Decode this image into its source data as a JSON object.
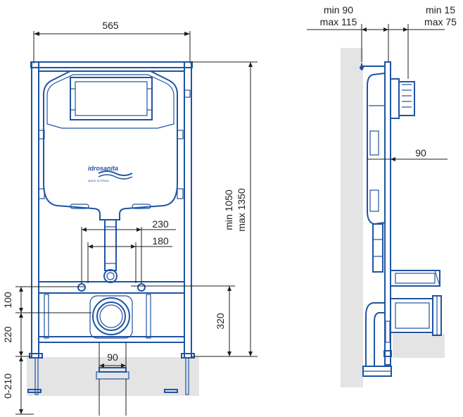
{
  "colors": {
    "frame": "#1f54a3",
    "dimension": "#1f1f1f",
    "floor": "#e4e4e4"
  },
  "front_view": {
    "width_label": "565",
    "height_min_label": "min 1050",
    "height_max_label": "max 1350",
    "spacing_230_label": "230",
    "spacing_180_label": "180",
    "left_100_label": "100",
    "left_220_label": "220",
    "right_320_label": "320",
    "bottom_90_label": "90",
    "leg_range_label": "0-210",
    "brand_logo_text": "idrosanita",
    "brand_made_in_text": "MADE IN SPAIN"
  },
  "side_view": {
    "wall_min_label": "min 90",
    "wall_max_label": "max 115",
    "front_min_label": "min 15",
    "front_max_label": "max 75",
    "depth_90_label": "90"
  }
}
